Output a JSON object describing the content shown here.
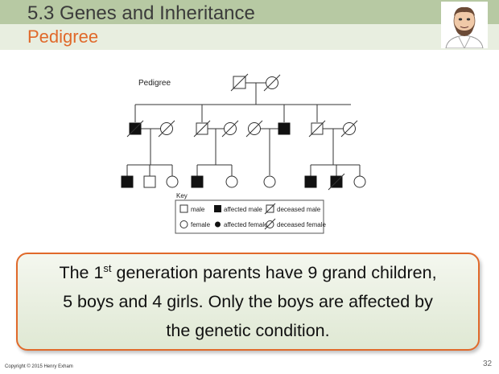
{
  "header": {
    "title": "5.3 Genes and Inheritance",
    "subtitle": "Pedigree"
  },
  "diagram": {
    "label": "Pedigree",
    "key": {
      "heading": "Key",
      "items": [
        "male",
        "affected male",
        "deceased male",
        "female",
        "affected female",
        "deceased female"
      ]
    }
  },
  "callout": {
    "line1_pre": "The 1",
    "line1_sup": "st",
    "line1_post": " generation parents have 9 grand children,",
    "line2": "5 boys and 4 girls. Only the boys are affected by",
    "line3": "the genetic condition."
  },
  "footer": {
    "copyright": "Copyright © 2015 Henry Exham",
    "slide_number": "32"
  },
  "colors": {
    "accent": "#e0692a",
    "band": "#b7c9a3",
    "band_light": "#e8eee0"
  }
}
